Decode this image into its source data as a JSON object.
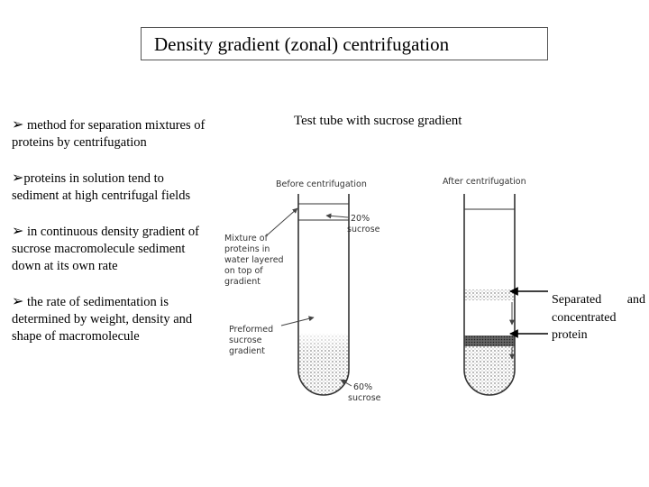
{
  "title": "Density gradient (zonal) centrifugation",
  "bullets": [
    {
      "icon": "arrow-bullet-icon",
      "text": " method for separation mixtures of  proteins by centrifugation"
    },
    {
      "icon": "arrow-bullet-icon",
      "text": "proteins in solution tend to sediment at high centrifugal fields"
    },
    {
      "icon": "arrow-bullet-icon",
      "text": " in continuous density gradient of sucrose macromolecule sediment down at its own rate"
    },
    {
      "icon": "arrow-bullet-icon",
      "text": " the rate of sedimentation is determined by weight, density and shape of macromolecule"
    }
  ],
  "figure": {
    "caption": "Test tube with sucrose gradient",
    "before_title": "Before centrifugation",
    "after_title": "After centrifugation",
    "label_mixture": [
      "Mixture of",
      "proteins in",
      "water layered",
      "on top of",
      "gradient"
    ],
    "label_20": [
      "20%",
      "sucrose"
    ],
    "label_preformed": [
      "Preformed",
      "sucrose",
      "gradient"
    ],
    "label_60": [
      "60%",
      "sucrose"
    ],
    "side_label": "Separated and concentrated protein"
  }
}
